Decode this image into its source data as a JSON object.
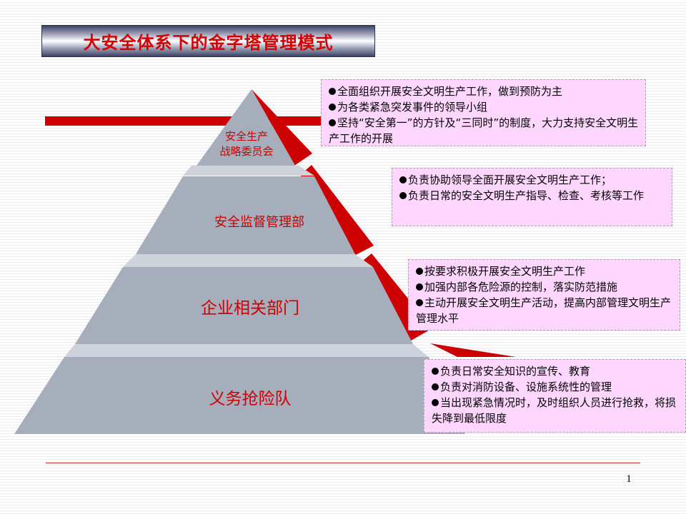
{
  "slide": {
    "title": "大安全体系下的金字塔管理模式",
    "page_number": "1"
  },
  "pyramid": {
    "levels": [
      {
        "label": "安全生产\n战略委员会"
      },
      {
        "label": "安全监督管理部"
      },
      {
        "label": "企业相关部门"
      },
      {
        "label": "义务抢险队"
      }
    ]
  },
  "descriptions": [
    {
      "items": [
        "全面组织开展安全文明生产工作，做到预防为主",
        "为各类紧急突发事件的领导小组",
        "坚持“安全第一”的方针及“三同时”的制度，大力支持安全文明生产工作的开展"
      ]
    },
    {
      "items": [
        "负责协助领导全面开展安全文明生产工作；",
        "负责日常的安全文明生产指导、检查、考核等工作"
      ]
    },
    {
      "items": [
        "按要求积极开展安全文明生产工作",
        "加强内部各危险源的控制，落实防范措施",
        "主动开展安全文明生产活动，提高内部管理文明生产管理水平"
      ]
    },
    {
      "items": [
        "负责日常安全知识的宣传、教育",
        "负责对消防设备、设施系统性的管理",
        "当出现紧急情况时，及时组织人员进行抢救，将损失降到最低限度"
      ]
    }
  ],
  "colors": {
    "accent_red": "#cc0000",
    "tier_face": "#a6adbb",
    "tier_top": "#cdd2db",
    "box_fill": "#ffd6ff"
  }
}
